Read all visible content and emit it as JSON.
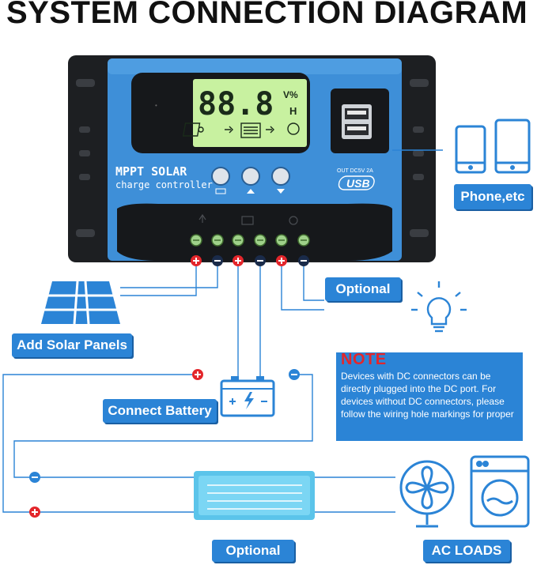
{
  "title": "SYSTEM CONNECTION DIAGRAM",
  "controller": {
    "lcd_digits": "88.8",
    "lcd_unit_top": "V%",
    "lcd_unit_bottom": "H",
    "brand_line1": "MPPT SOLAR",
    "brand_line2": "charge controller",
    "usb_label": "OUT DC5V 2A",
    "usb_text": "USB"
  },
  "labels": {
    "phone": "Phone,etc",
    "optional_top": "Optional",
    "solar": "Add Solar Panels",
    "battery": "Connect Battery",
    "optional_bottom": "Optional",
    "ac_loads": "AC LOADS"
  },
  "note": {
    "title": "NOTE",
    "body": "Devices with DC connectors can be directly plugged into the DC port. For devices without DC connectors, please follow the wiring hole markings for proper"
  },
  "colors": {
    "accent": "#2b84d6",
    "controller_body": "#3e8fd8",
    "lcd": "#c8f1a0",
    "positive": "#e3262b",
    "negative": "#1a2b4a"
  },
  "icons": [
    "phone-icon",
    "tablet-icon",
    "solar-panel-icon",
    "light-bulb-icon",
    "battery-icon",
    "inverter-icon",
    "fan-icon",
    "washing-machine-icon",
    "usb-port-icon"
  ]
}
